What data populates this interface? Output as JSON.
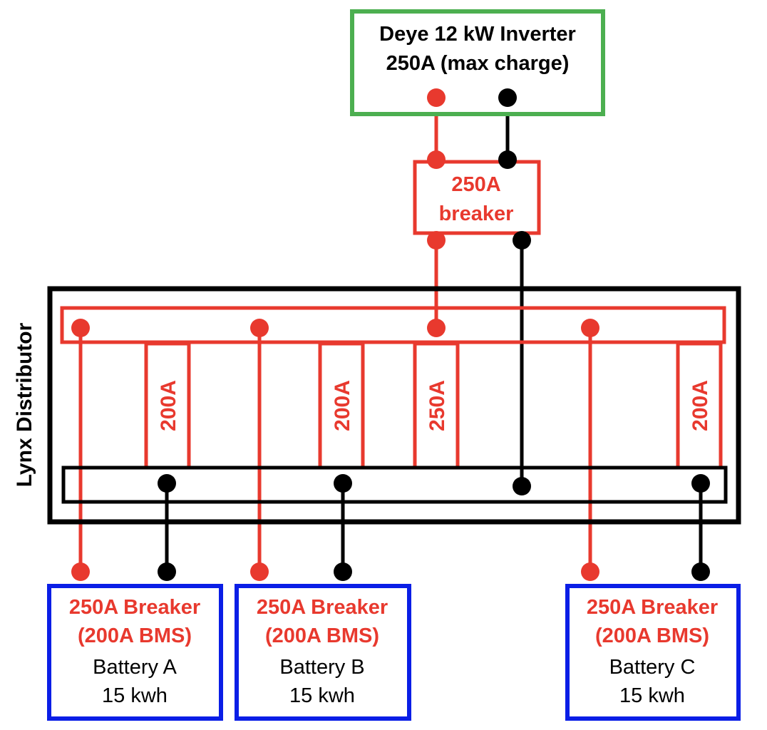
{
  "colors": {
    "positive": "#e8392e",
    "negative": "#000000",
    "inverter_border": "#4caf50",
    "battery_border": "#0a1ee6"
  },
  "inverter": {
    "line1": "Deye 12 kW Inverter",
    "line2": "250A (max charge)"
  },
  "main_breaker": {
    "line1": "250A",
    "line2": "breaker"
  },
  "distributor": {
    "label": "Lynx Distributor",
    "fuses": [
      "200A",
      "200A",
      "250A",
      "200A"
    ]
  },
  "batteries": [
    {
      "breaker_line1": "250A Breaker",
      "breaker_line2": "(200A BMS)",
      "name": "Battery A",
      "capacity": "15 kwh"
    },
    {
      "breaker_line1": "250A Breaker",
      "breaker_line2": "(200A BMS)",
      "name": "Battery B",
      "capacity": "15 kwh"
    },
    {
      "breaker_line1": "250A Breaker",
      "breaker_line2": "(200A BMS)",
      "name": "Battery C",
      "capacity": "15 kwh"
    }
  ]
}
